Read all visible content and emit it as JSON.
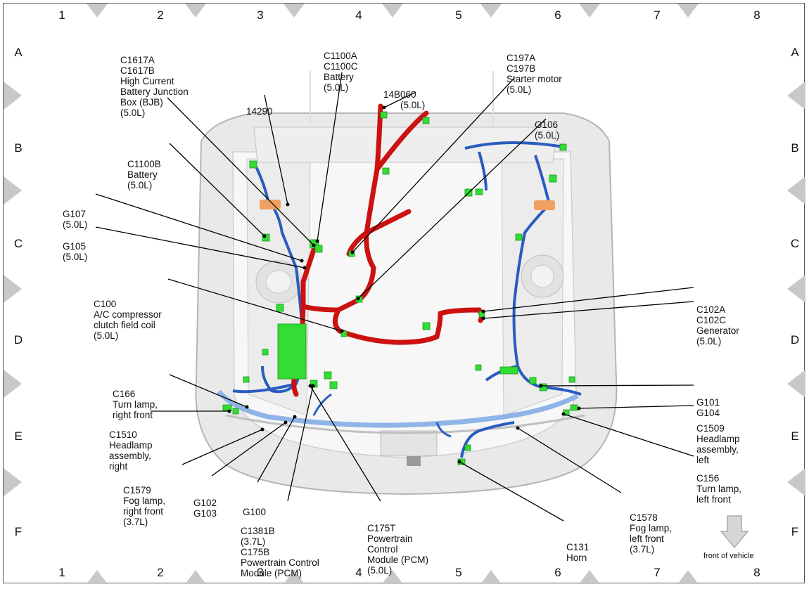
{
  "grid": {
    "columns": [
      "1",
      "2",
      "3",
      "4",
      "5",
      "6",
      "7",
      "8"
    ],
    "rows": [
      "A",
      "B",
      "C",
      "D",
      "E",
      "F"
    ]
  },
  "front_label": "front of vehicle",
  "callouts": {
    "c1617": [
      "C1617A",
      "C1617B",
      "High Current",
      "Battery Junction",
      "Box (BJB)",
      "(5.0L)"
    ],
    "c1100a": [
      "C1100A",
      "C1100C",
      "Battery",
      "(5.0L)"
    ],
    "c197": [
      "C197A",
      "C197B",
      "Starter motor",
      "(5.0L)"
    ],
    "p14b060": [
      "14B060",
      "(5.0L)"
    ],
    "p14290": [
      "14290"
    ],
    "g106": [
      "G106",
      "(5.0L)"
    ],
    "c1100b": [
      "C1100B",
      "Battery",
      "(5.0L)"
    ],
    "g107": [
      "G107",
      "(5.0L)"
    ],
    "g105": [
      "G105",
      "(5.0L)"
    ],
    "c100": [
      "C100",
      "A/C compressor",
      "clutch field coil",
      "(5.0L)"
    ],
    "c102": [
      "C102A",
      "C102C",
      "Generator",
      "(5.0L)"
    ],
    "c166": [
      "C166",
      "Turn lamp,",
      "right front"
    ],
    "g101": [
      "G101",
      "G104"
    ],
    "c1510": [
      "C1510",
      "Headlamp",
      "assembly,",
      "right"
    ],
    "c1509": [
      "C1509",
      "Headlamp",
      "assembly,",
      "left"
    ],
    "c156": [
      "C156",
      "Turn lamp,",
      "left front"
    ],
    "c1579": [
      "C1579",
      "Fog lamp,",
      "right front",
      "(3.7L)"
    ],
    "g102": [
      "G102",
      "G103"
    ],
    "g100": [
      "G100"
    ],
    "c1381b": [
      "C1381B",
      "(3.7L)",
      "C175B",
      "Powertrain Control",
      "Module (PCM)"
    ],
    "c175t": [
      "C175T",
      "Powertrain",
      "Control",
      "Module (PCM)",
      "(5.0L)"
    ],
    "c131": [
      "C131",
      "Horn"
    ],
    "c1578": [
      "C1578",
      "Fog lamp,",
      "left front",
      "(3.7L)"
    ]
  },
  "colors": {
    "harness_red": "#cc1111",
    "harness_blue": "#2a5cc0",
    "harness_light_blue": "#8fb4e8",
    "connector_green": "#33dd33",
    "junction_orange": "#f0a060",
    "body_gray": "#e6e6e6",
    "marker_gray": "#c8c8c8"
  },
  "icons": [
    "front-arrow-icon"
  ]
}
